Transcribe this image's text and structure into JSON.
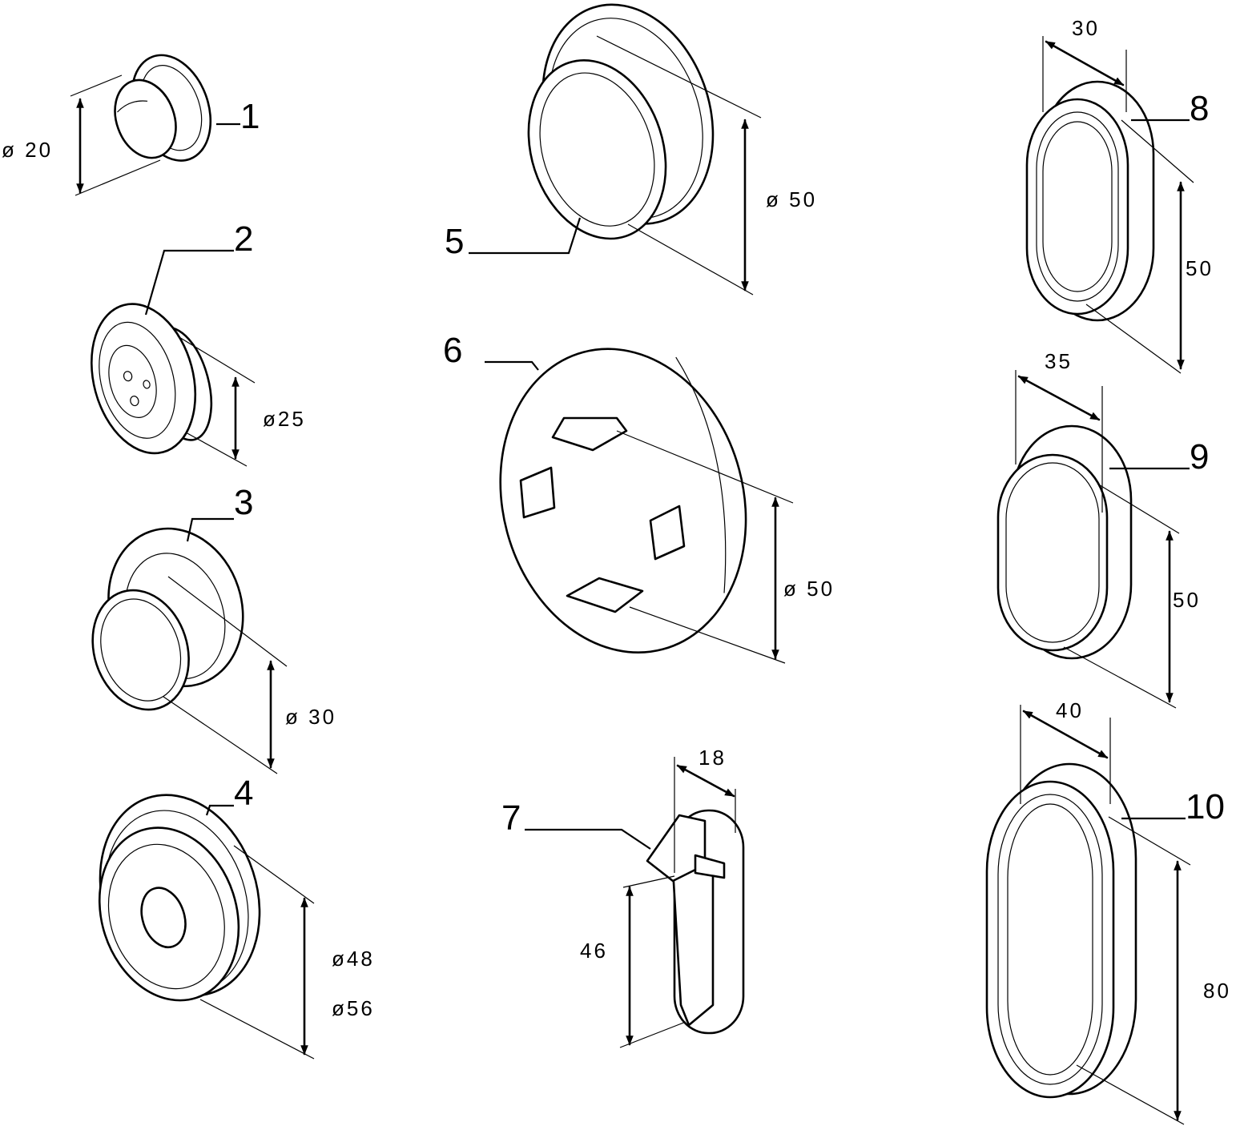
{
  "parts": [
    {
      "number": "1",
      "dimensions": [
        "ø 20"
      ]
    },
    {
      "number": "2",
      "dimensions": [
        "ø25"
      ]
    },
    {
      "number": "3",
      "dimensions": [
        "ø 30"
      ]
    },
    {
      "number": "4",
      "dimensions": [
        "ø48",
        "ø56"
      ]
    },
    {
      "number": "5",
      "dimensions": [
        "ø 50"
      ]
    },
    {
      "number": "6",
      "dimensions": [
        "ø 50"
      ]
    },
    {
      "number": "7",
      "dimensions": [
        "18",
        "46"
      ]
    },
    {
      "number": "8",
      "dimensions": [
        "30",
        "50"
      ]
    },
    {
      "number": "9",
      "dimensions": [
        "35",
        "50"
      ]
    },
    {
      "number": "10",
      "dimensions": [
        "40",
        "80"
      ]
    }
  ]
}
